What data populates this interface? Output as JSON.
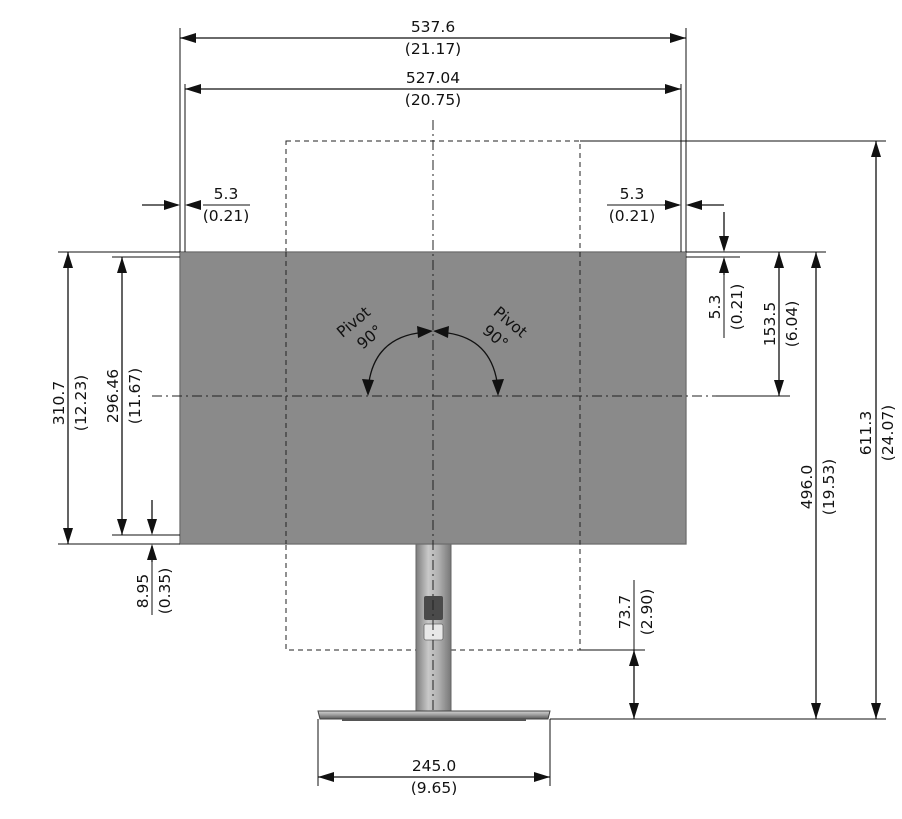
{
  "dimensions": {
    "overall_width": {
      "mm": "537.6",
      "in": "(21.17)"
    },
    "panel_width": {
      "mm": "527.04",
      "in": "(20.75)"
    },
    "bezel_left": {
      "mm": "5.3",
      "in": "(0.21)"
    },
    "bezel_right": {
      "mm": "5.3",
      "in": "(0.21)"
    },
    "bezel_top": {
      "mm": "5.3",
      "in": "(0.21)"
    },
    "overall_height": {
      "mm": "310.7",
      "in": "(12.23)"
    },
    "panel_height": {
      "mm": "296.46",
      "in": "(11.67)"
    },
    "bezel_bottom": {
      "mm": "8.95",
      "in": "(0.35)"
    },
    "top_to_center": {
      "mm": "153.5",
      "in": "(6.04)"
    },
    "max_height": {
      "mm": "496.0",
      "in": "(19.53)"
    },
    "pivot_height": {
      "mm": "611.3",
      "in": "(24.07)"
    },
    "min_clearance": {
      "mm": "73.7",
      "in": "(2.90)"
    },
    "base_width": {
      "mm": "245.0",
      "in": "(9.65)"
    }
  },
  "pivot": {
    "left": {
      "word": "Pivot",
      "angle": "90°"
    },
    "right": {
      "word": "Pivot",
      "angle": "90°"
    }
  },
  "colors": {
    "panel": "#8a8a8a",
    "panel_edge": "#6e6e6e",
    "stand": "#9a9a9a",
    "base": "#a8a8a8",
    "line": "#111111"
  }
}
